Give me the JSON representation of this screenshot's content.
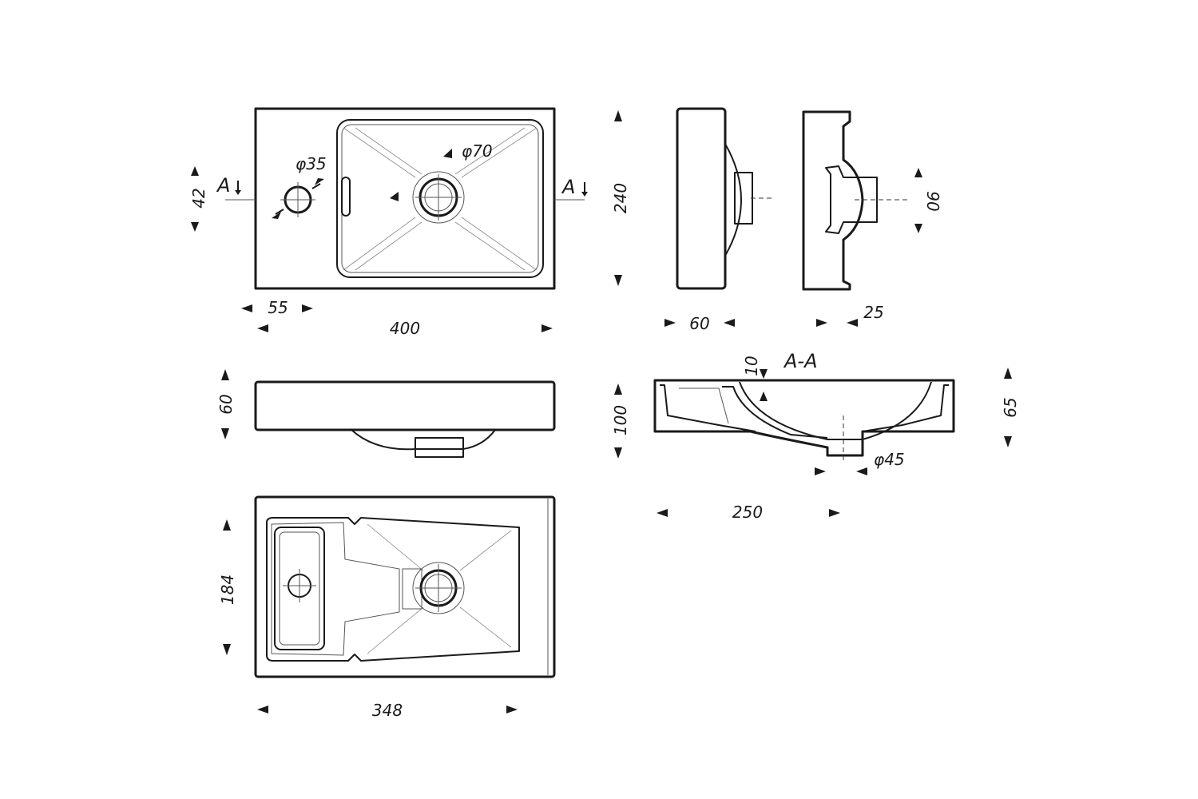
{
  "dimensions": {
    "dia_35": "φ35",
    "dia_70": "φ70",
    "dia_45": "φ45",
    "d42": "42",
    "d240": "240",
    "d55": "55",
    "d400": "400",
    "d60_side": "60",
    "d25": "25",
    "d90": "90",
    "d60_front": "60",
    "d10": "10",
    "d100": "100",
    "d65": "65",
    "d250": "250",
    "d184": "184",
    "d348": "348"
  },
  "section_marks": {
    "left": "A",
    "right": "A",
    "title": "A-A"
  }
}
